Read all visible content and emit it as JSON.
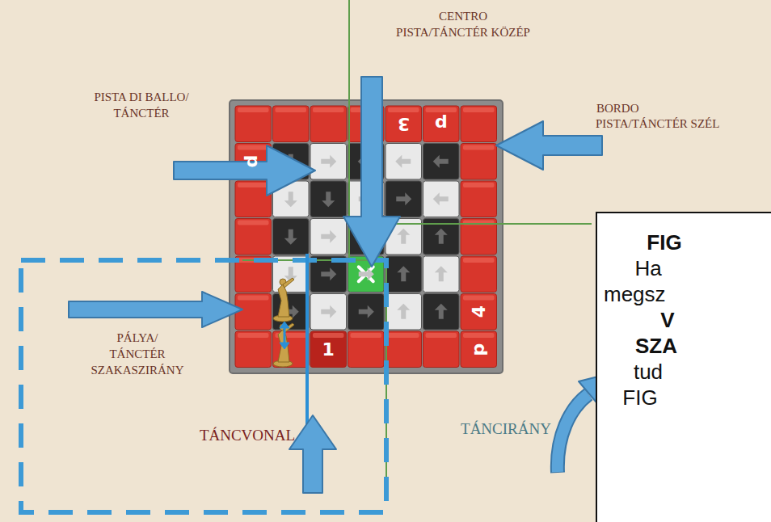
{
  "diagram": {
    "nodes": [
      {
        "text": [
          "FIG",
          "Ha",
          "megsz",
          "V",
          "SZA",
          "tud",
          "FIG"
        ]
      }
    ],
    "labels": [
      "CENTRO",
      "PISTA/TÁNCTÉR KÖZÉP",
      "PISTA DI BALLO/",
      "TÁNCTÉR",
      "BORDO",
      "PISTA/TÁNCTÉR SZÉL",
      "PÁLYA/",
      "TÁNCTÉR",
      "SZAKASZIRÁNY",
      "TÁNCVONAL",
      "TÁNCIRÁNY",
      "3",
      "p",
      "p",
      "4",
      "p",
      "1"
    ]
  }
}
